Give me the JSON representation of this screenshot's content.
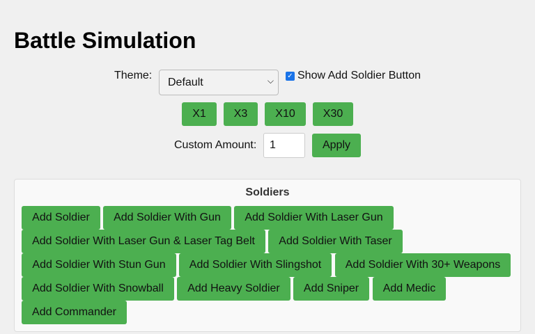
{
  "page_title": "Battle Simulation",
  "theme": {
    "label": "Theme:",
    "selected": "Default"
  },
  "show_add_soldier": {
    "label": "Show Add Soldier Button",
    "checked": true
  },
  "multipliers": [
    "X1",
    "X3",
    "X10",
    "X30"
  ],
  "custom_amount": {
    "label": "Custom Amount:",
    "value": "1",
    "apply_label": "Apply"
  },
  "soldiers_panel": {
    "title": "Soldiers",
    "buttons": [
      "Add Soldier",
      "Add Soldier With Gun",
      "Add Soldier With Laser Gun",
      "Add Soldier With Laser Gun & Laser Tag Belt",
      "Add Soldier With Taser",
      "Add Soldier With Stun Gun",
      "Add Soldier With Slingshot",
      "Add Soldier With 30+ Weapons",
      "Add Soldier With Snowball",
      "Add Heavy Soldier",
      "Add Sniper",
      "Add Medic",
      "Add Commander"
    ]
  },
  "colors": {
    "button_green": "#4caf50",
    "background": "#f0f0f0",
    "panel": "#f9f9f9"
  }
}
